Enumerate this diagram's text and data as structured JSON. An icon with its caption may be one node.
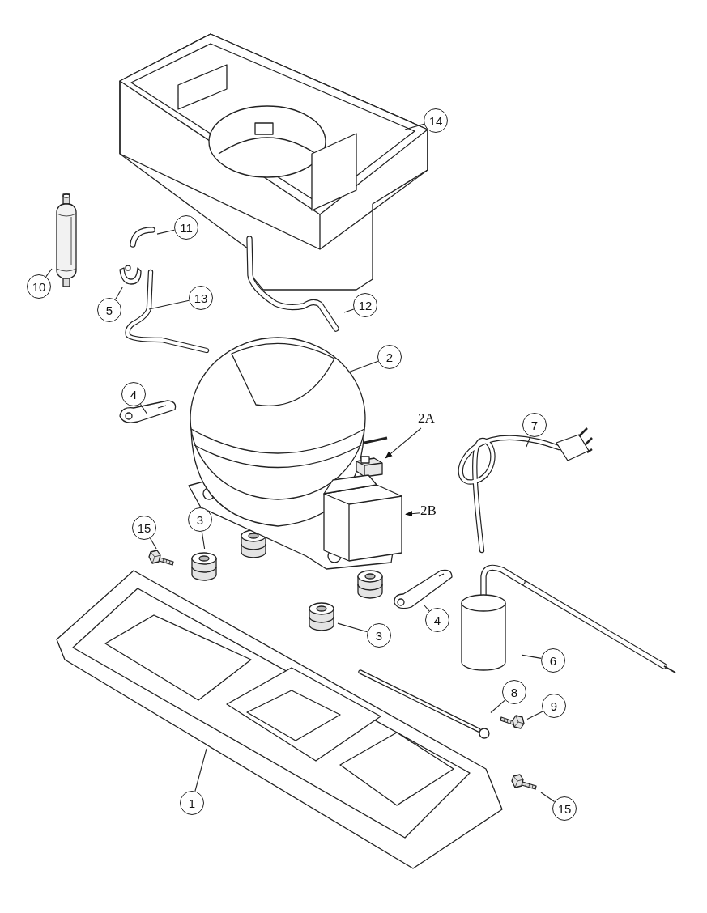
{
  "diagram": {
    "nodes": [
      {
        "text": [],
        "shape": "picture"
      },
      {
        "text": [
          "14"
        ]
      },
      {
        "text": [],
        "shape": "picture"
      },
      {
        "text": [
          "11"
        ]
      },
      {
        "text": [],
        "shape": "picture"
      },
      {
        "text": [
          "10"
        ]
      },
      {
        "text": [],
        "shape": "picture"
      },
      {
        "text": [
          "5"
        ]
      },
      {
        "text": [],
        "shape": "picture"
      },
      {
        "text": [
          "13"
        ]
      },
      {
        "text": [],
        "shape": "picture"
      },
      {
        "text": [
          "12"
        ]
      },
      {
        "text": [],
        "shape": "picture"
      },
      {
        "text": [
          "2"
        ]
      },
      {
        "text": [],
        "shape": "picture"
      },
      {
        "text": [
          "4"
        ]
      },
      {
        "text": [
          "2A"
        ]
      },
      {
        "text": [],
        "shape": "picture"
      },
      {
        "text": [],
        "shape": "picture"
      },
      {
        "text": [
          "7"
        ]
      },
      {
        "text": [],
        "shape": "picture"
      },
      {
        "text": [
          "2B"
        ]
      },
      {
        "text": [],
        "shape": "picture"
      },
      {
        "text": [
          "15"
        ]
      },
      {
        "text": [],
        "shape": "picture"
      },
      {
        "text": [
          "3"
        ]
      },
      {
        "text": [],
        "shape": "picture"
      },
      {
        "text": [
          "4"
        ]
      },
      {
        "text": [],
        "shape": "picture"
      },
      {
        "text": [
          "3"
        ]
      },
      {
        "text": [],
        "shape": "picture"
      },
      {
        "text": [
          "6"
        ]
      },
      {
        "text": [],
        "shape": "picture"
      },
      {
        "text": [
          "8"
        ]
      },
      {
        "text": [],
        "shape": "picture"
      },
      {
        "text": [
          "9"
        ]
      },
      {
        "text": [],
        "shape": "picture"
      },
      {
        "text": [
          "15"
        ]
      },
      {
        "text": [],
        "shape": "picture"
      },
      {
        "text": [
          "1"
        ]
      }
    ],
    "edges": [
      {
        "from": 1,
        "to": 0,
        "arrow": "none"
      },
      {
        "from": 3,
        "to": 2,
        "arrow": "none"
      },
      {
        "from": 5,
        "to": 4,
        "arrow": "none"
      },
      {
        "from": 7,
        "to": 6,
        "arrow": "none"
      },
      {
        "from": 9,
        "to": 8,
        "arrow": "none"
      },
      {
        "from": 11,
        "to": 10,
        "arrow": "none"
      },
      {
        "from": 13,
        "to": 12,
        "arrow": "none"
      },
      {
        "from": 15,
        "to": 14,
        "arrow": "none"
      },
      {
        "from": 16,
        "to": 17,
        "arrow": "to"
      },
      {
        "from": 19,
        "to": 18,
        "arrow": "none"
      },
      {
        "from": 21,
        "to": 20,
        "arrow": "to"
      },
      {
        "from": 23,
        "to": 22,
        "arrow": "none"
      },
      {
        "from": 25,
        "to": 24,
        "arrow": "none"
      },
      {
        "from": 27,
        "to": 26,
        "arrow": "none"
      },
      {
        "from": 29,
        "to": 28,
        "arrow": "none"
      },
      {
        "from": 31,
        "to": 30,
        "arrow": "none"
      },
      {
        "from": 33,
        "to": 32,
        "arrow": "none"
      },
      {
        "from": 35,
        "to": 34,
        "arrow": "none"
      },
      {
        "from": 37,
        "to": 36,
        "arrow": "none"
      },
      {
        "from": 39,
        "to": 38,
        "arrow": "none"
      }
    ]
  }
}
